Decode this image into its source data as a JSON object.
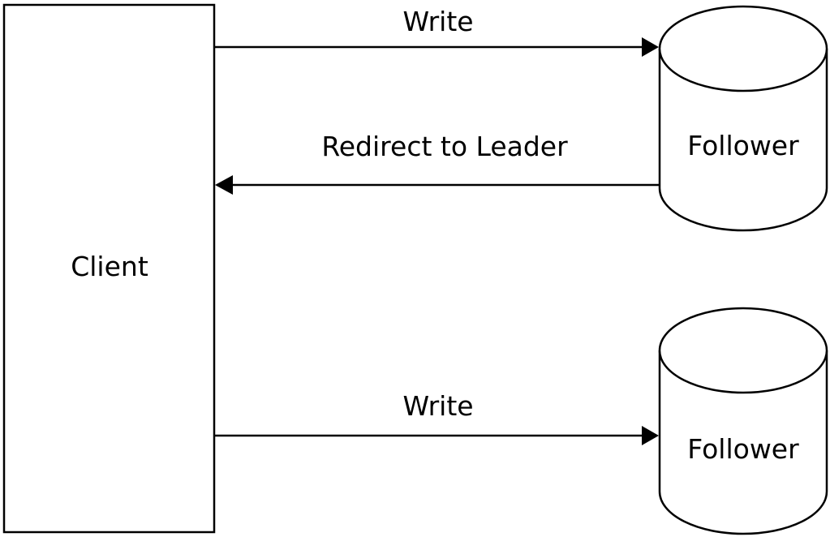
{
  "nodes": {
    "client": {
      "label": "Client",
      "shape": "rectangle"
    },
    "follower_top": {
      "label": "Follower",
      "shape": "cylinder"
    },
    "follower_bottom": {
      "label": "Follower",
      "shape": "cylinder"
    }
  },
  "edges": [
    {
      "label": "Write",
      "from": "Client",
      "to": "Follower (top)"
    },
    {
      "label": "Redirect to Leader",
      "from": "Follower (top)",
      "to": "Client"
    },
    {
      "label": "Write",
      "from": "Client",
      "to": "Follower (bottom)"
    }
  ],
  "colors": {
    "stroke": "#000000",
    "fill": "#ffffff",
    "text": "#000000"
  }
}
